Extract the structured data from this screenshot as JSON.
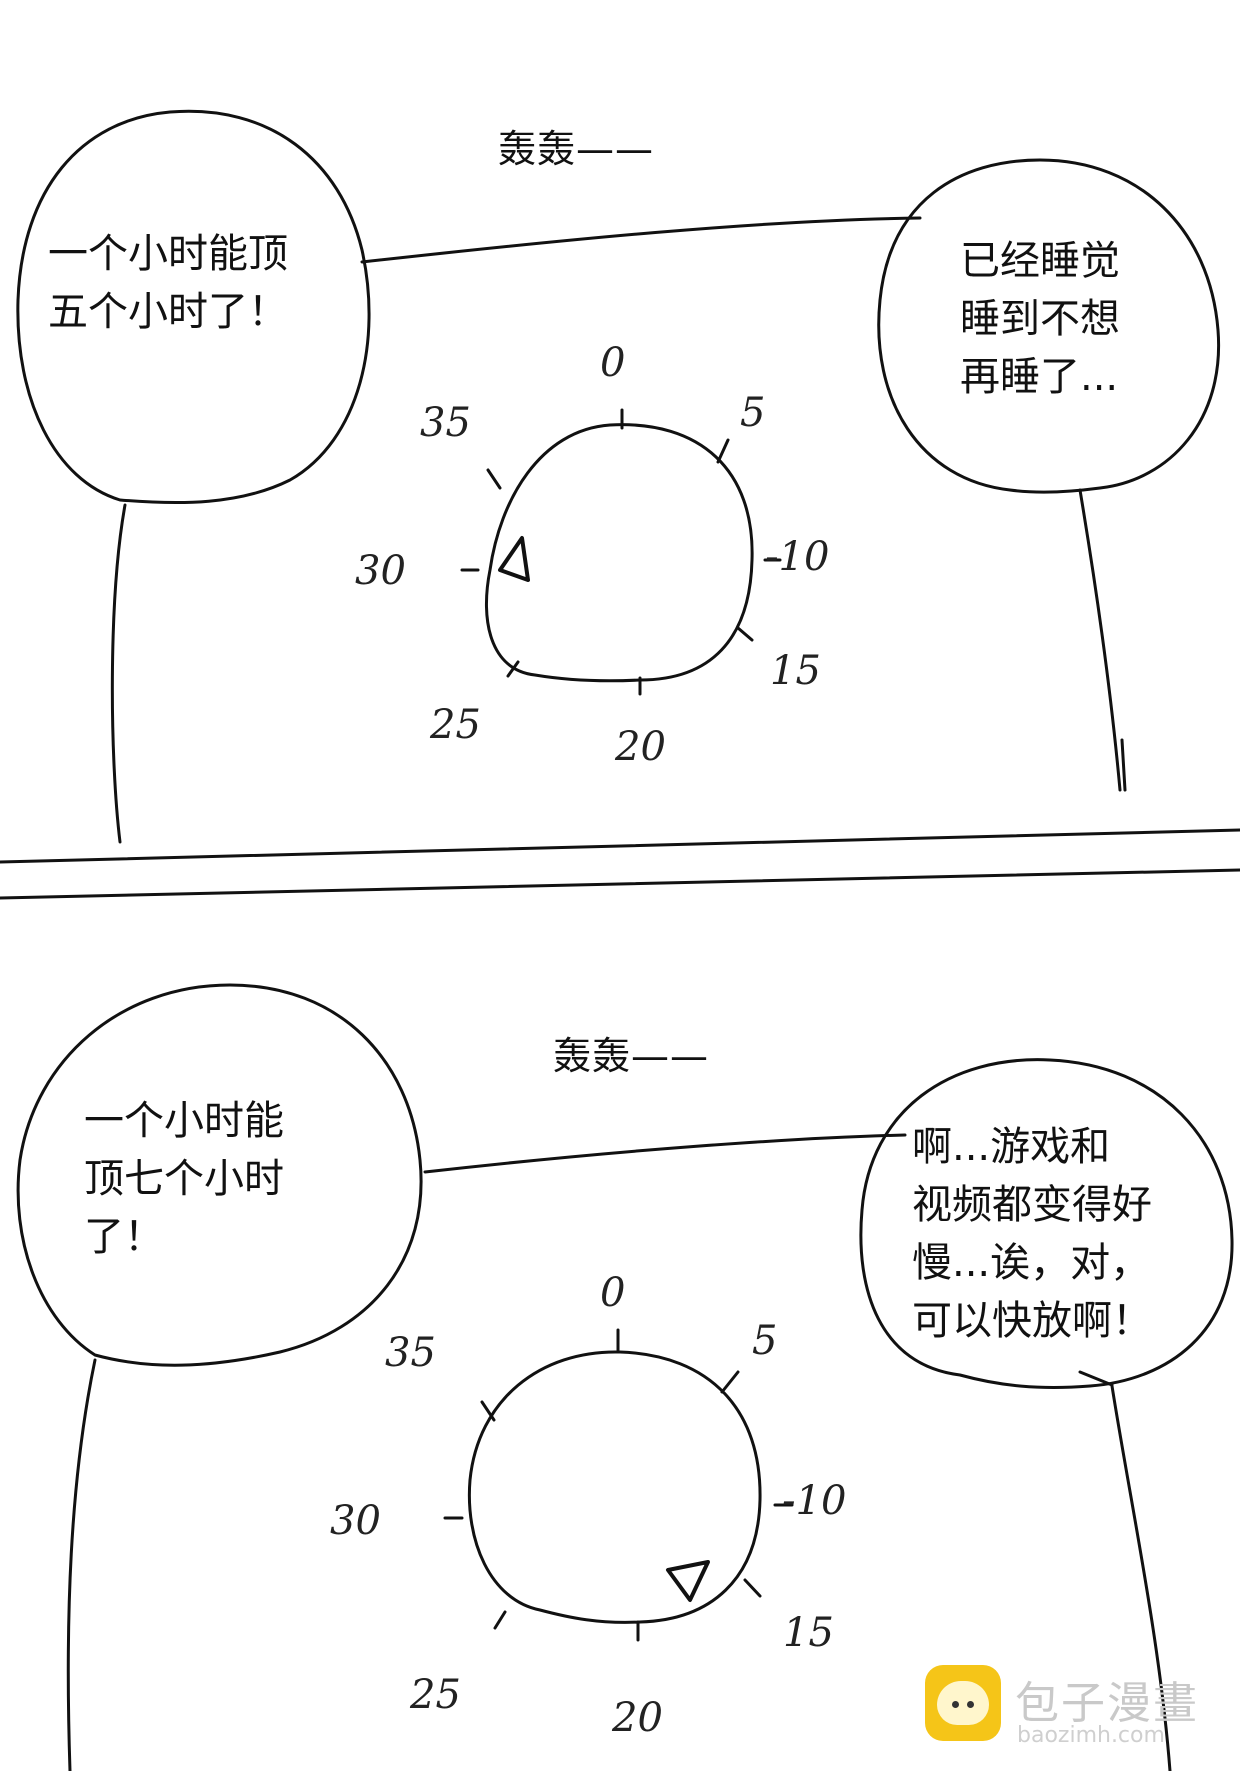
{
  "panel_top": {
    "sfx": "轰轰——",
    "left_bubble": [
      "一个小时能顶",
      "五个小时了！"
    ],
    "right_bubble": [
      "已经睡觉",
      "睡到不想",
      "再睡了..."
    ],
    "dial_labels": [
      "0",
      "5",
      "-10",
      "15",
      "20",
      "25",
      "30",
      "35"
    ]
  },
  "panel_bottom": {
    "sfx": "轰轰——",
    "left_bubble": [
      "一个小时能",
      "顶七个小时",
      "了！"
    ],
    "right_bubble": [
      "啊...游戏和",
      "视频都变得好",
      "慢...诶，对，",
      "可以快放啊！"
    ],
    "dial_labels": [
      "0",
      "5",
      "-10",
      "15",
      "20",
      "25",
      "30",
      "35"
    ]
  },
  "watermark": {
    "name": "包子漫畫",
    "url": "baozimh.com"
  }
}
